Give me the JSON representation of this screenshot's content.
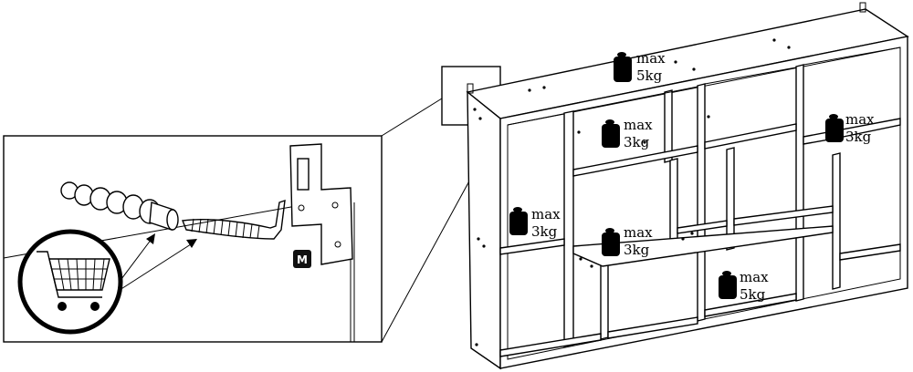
{
  "fitting_label": "M",
  "weight_limits": [
    {
      "line1": "max",
      "line2": "5kg"
    },
    {
      "line1": "max",
      "line2": "3kg"
    },
    {
      "line1": "max",
      "line2": "3kg"
    },
    {
      "line1": "max",
      "line2": "3kg"
    },
    {
      "line1": "max",
      "line2": "3kg"
    },
    {
      "line1": "max",
      "line2": "5kg"
    }
  ],
  "icons": {
    "weight": "weight-icon",
    "anchor": "wall-plug-anchor-icon",
    "screw": "screw-icon",
    "bracket": "hanging-bracket-icon",
    "not_supplied": "shopping-cart-icon"
  }
}
